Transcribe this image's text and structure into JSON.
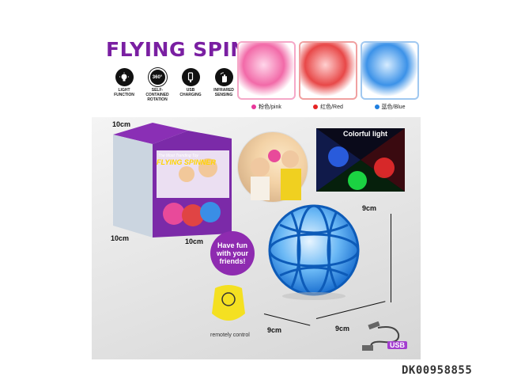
{
  "title": "FLYING SPINNER",
  "features": [
    {
      "icon": "bulb-icon",
      "label": "LIGHT FUNCTION"
    },
    {
      "icon": "rotation-360-icon",
      "glyph": "360°",
      "label": "SELF-CONTAINED ROTATION"
    },
    {
      "icon": "usb-icon",
      "label": "USB CHARGING"
    },
    {
      "icon": "hand-sensor-icon",
      "label": "INFRARED SENSING"
    }
  ],
  "colors": [
    {
      "label": "粉色/pink",
      "hex": "#e8389a"
    },
    {
      "label": "红色/Red",
      "hex": "#e52424"
    },
    {
      "label": "蓝色/Blue",
      "hex": "#1f7fe0"
    }
  ],
  "box": {
    "brand": "FLYING SPINNER",
    "tagline": "The Most Trending Toy",
    "dim_height": "10cm",
    "dim_depth": "10cm",
    "dim_width": "10cm"
  },
  "colorful_light": "Colorful light",
  "sticker": "Have fun with your friends!",
  "ball": {
    "dim_height": "9cm",
    "dim_width": "9cm",
    "dim_depth": "9cm"
  },
  "remote_label": "remotely control",
  "usb_label": "USB",
  "sku": "DK00958855"
}
